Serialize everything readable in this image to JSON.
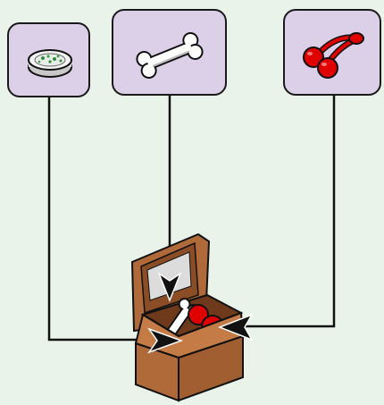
{
  "colors": {
    "background": "#eaf3ea",
    "slot_fill": "#dccfe8",
    "slot_border": "#1a1a1a",
    "wire": "#111111",
    "box_wood": "#b06a3a",
    "box_wood_dark": "#7e4422",
    "cherry_red": "#e00000",
    "bone_white": "#ffffff"
  },
  "slots": [
    {
      "icon": "plate-icon",
      "item": "plate"
    },
    {
      "icon": "bone-icon",
      "item": "bone"
    },
    {
      "icon": "cherries-icon",
      "item": "cherries"
    }
  ],
  "target": {
    "icon": "box-with-items-icon",
    "contents": [
      "bone",
      "cherries"
    ]
  }
}
